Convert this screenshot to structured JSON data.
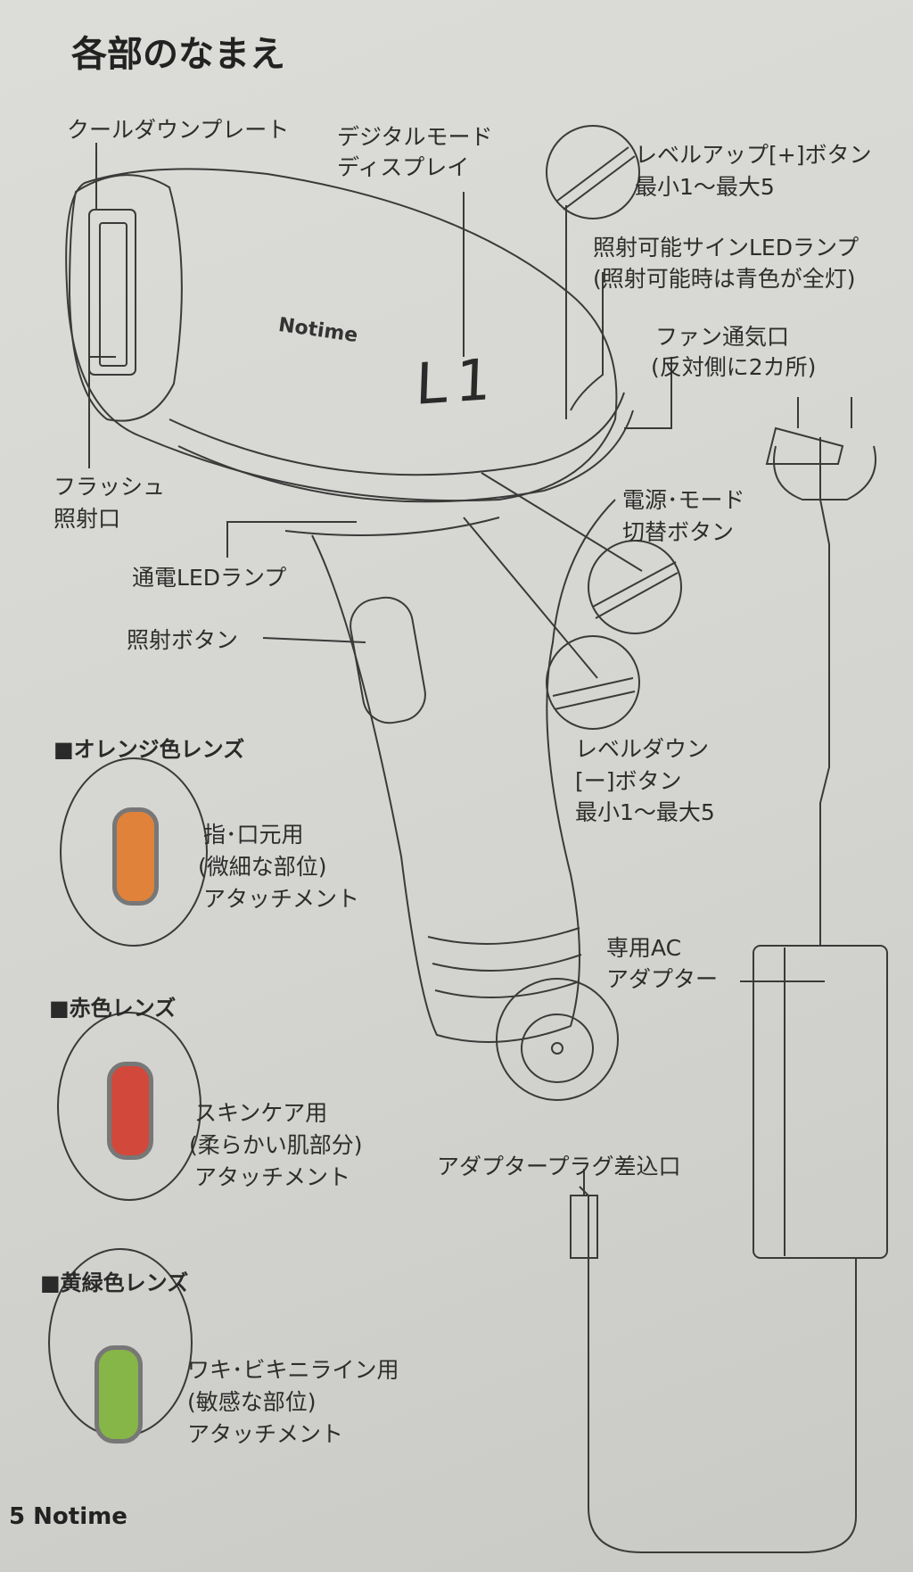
{
  "title": "各部のなまえ",
  "labels": {
    "cooldown_plate": "クールダウンプレート",
    "display_1": "デジタルモード",
    "display_2": "ディスプレイ",
    "level_up_1": "レベルアップ[+]ボタン",
    "level_up_2": "最小1～最大5",
    "ready_led_1": "照射可能サインLEDランプ",
    "ready_led_2": "(照射可能時は青色が全灯)",
    "fan_1": "ファン通気口",
    "fan_2": "(反対側に2カ所)",
    "flash_1": "フラッシュ",
    "flash_2": "照射口",
    "power_1": "電源･モード",
    "power_2": "切替ボタン",
    "power_led": "通電LEDランプ",
    "fire_button": "照射ボタン",
    "level_down_1": "レベルダウン",
    "level_down_2": "[ー]ボタン",
    "level_down_3": "最小1～最大5",
    "adapter_1": "専用AC",
    "adapter_2": "アダプター",
    "adapter_port": "アダプタープラグ差込口",
    "display_value": "L1",
    "device_brand": "Notime"
  },
  "lenses": [
    {
      "heading": "■オレンジ色レンズ",
      "line1": "指･口元用",
      "line2": "(微細な部位)",
      "line3": "アタッチメント",
      "color": "#e0823a"
    },
    {
      "heading": "■赤色レンズ",
      "line1": "スキンケア用",
      "line2": "(柔らかい肌部分)",
      "line3": "アタッチメント",
      "color": "#d2483a"
    },
    {
      "heading": "■黄緑色レンズ",
      "line1": "ワキ･ビキニライン用",
      "line2": "(敏感な部位)",
      "line3": "アタッチメント",
      "color": "#86b548"
    }
  ],
  "footer": {
    "page": "5",
    "brand": "Notime"
  }
}
